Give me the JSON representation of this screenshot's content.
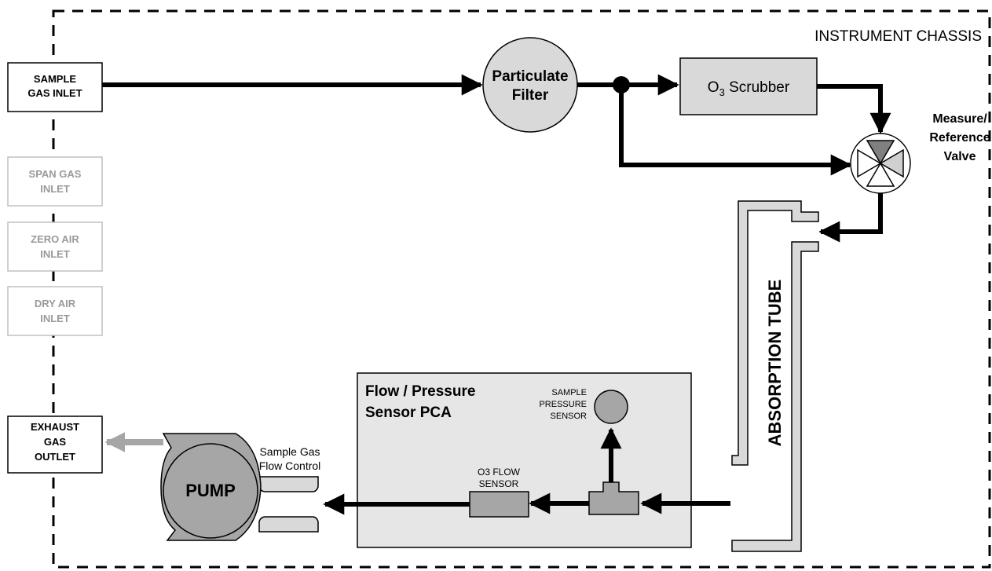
{
  "chassis": {
    "title": "INSTRUMENT CHASSIS"
  },
  "inlets": {
    "sample": [
      "SAMPLE",
      "GAS INLET"
    ],
    "span": [
      "SPAN GAS",
      "INLET"
    ],
    "zero": [
      "ZERO AIR",
      "INLET"
    ],
    "dry": [
      "DRY AIR",
      "INLET"
    ],
    "exhaust": [
      "EXHAUST",
      "GAS",
      "OUTLET"
    ]
  },
  "filter": {
    "lines": [
      "Particulate",
      "Filter"
    ]
  },
  "scrubber": {
    "label": "O",
    "sub": "3",
    "rest": " Scrubber"
  },
  "valve": {
    "lines": [
      "Measure/",
      "Reference",
      "Valve"
    ]
  },
  "absorption_tube": {
    "label": "ABSORPTION TUBE"
  },
  "pca": {
    "title": [
      "Flow / Pressure",
      "Sensor PCA"
    ],
    "pressure_sensor": [
      "SAMPLE",
      "PRESSURE",
      "SENSOR"
    ],
    "flow_sensor": [
      "O3 FLOW",
      "SENSOR"
    ]
  },
  "pump": {
    "label": "PUMP"
  },
  "flow_control": {
    "lines": [
      "Sample Gas",
      "Flow Control"
    ]
  },
  "colors": {
    "flow_line": "#000000",
    "inactive_text": "#9a9a9a",
    "component_fill": "#d9d9d9",
    "pca_fill": "#e6e6e6",
    "sensor_fill": "#a6a6a6",
    "exhaust_arrow": "#a6a6a6"
  }
}
